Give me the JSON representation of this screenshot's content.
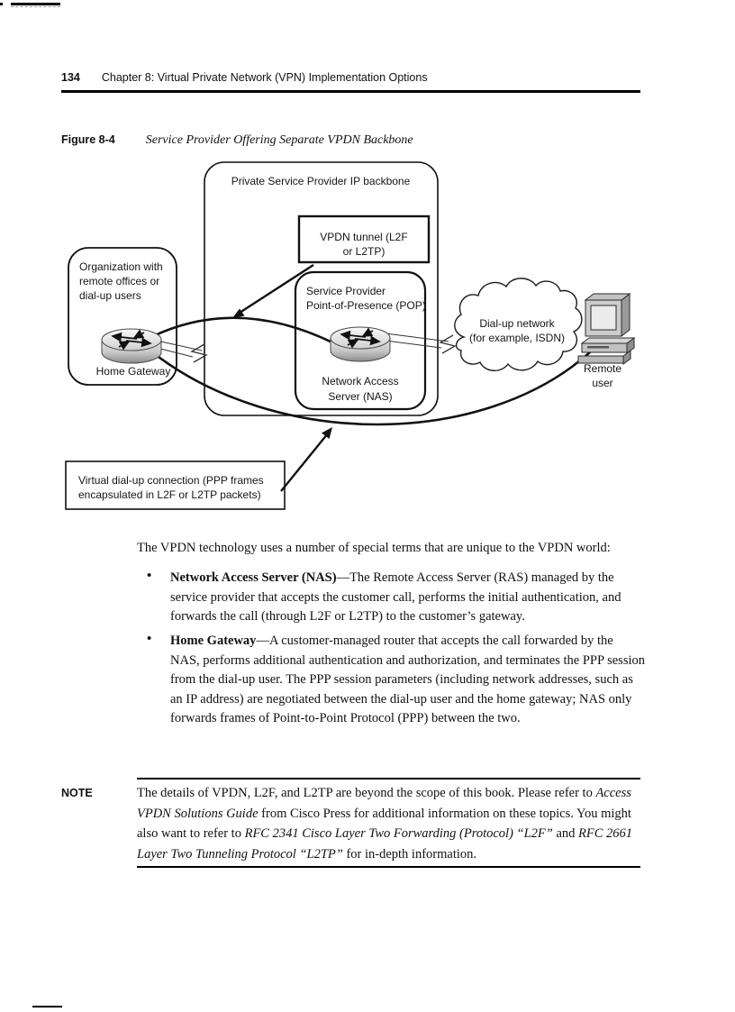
{
  "header": {
    "page_number": "134",
    "chapter_title": "Chapter 8: Virtual Private Network (VPN) Implementation Options"
  },
  "figure": {
    "label": "Figure 8-4",
    "caption": "Service Provider Offering Separate VPDN Backbone"
  },
  "diagram": {
    "backbone_label": "Private Service Provider IP backbone",
    "vpdn_tunnel": {
      "line1": "VPDN tunnel (L2F",
      "line2": "or L2TP)"
    },
    "organization": {
      "line1": "Organization with",
      "line2": "remote offices or",
      "line3": "dial-up users"
    },
    "home_gateway_label": "Home Gateway",
    "pop": {
      "line1": "Service Provider",
      "line2": "Point-of-Presence (POP)"
    },
    "nas": {
      "line1": "Network Access",
      "line2": "Server (NAS)"
    },
    "dialup_cloud": {
      "line1": "Dial-up network",
      "line2": "(for example, ISDN)"
    },
    "remote_user": {
      "line1": "Remote",
      "line2": "user"
    },
    "virtual_connection": {
      "line1": "Virtual dial-up connection (PPP frames",
      "line2": "encapsulated in L2F or L2TP packets)"
    }
  },
  "body": {
    "intro": "The VPDN technology uses a number of special terms that are unique to the VPDN world:",
    "bullet_marker": "•",
    "bullets": [
      {
        "term": "Network Access Server (NAS)",
        "rest": "—The Remote Access Server (RAS) managed by the service provider that accepts the customer call, performs the initial authentication, and forwards the call (through L2F or L2TP) to the customer’s gateway."
      },
      {
        "term": "Home Gateway",
        "rest": "—A customer-managed router that accepts the call forwarded by the NAS, performs additional authentication and authorization, and terminates the PPP session from the dial-up user. The PPP session parameters (including network addresses, such as an IP address) are negotiated between the dial-up user and the home gateway; NAS only forwards frames of Point-to-Point Protocol (PPP) between the two."
      }
    ],
    "note": {
      "label": "NOTE",
      "segments": [
        {
          "text": "The details of VPDN, L2F, and L2TP are beyond the scope of this book. Please refer to ",
          "italic": false
        },
        {
          "text": "Access VPDN Solutions Guide",
          "italic": true
        },
        {
          "text": " from Cisco Press for additional information on these topics. You might also want to refer to ",
          "italic": false
        },
        {
          "text": "RFC 2341 Cisco Layer Two Forwarding (Protocol) “L2F”",
          "italic": true
        },
        {
          "text": " and ",
          "italic": false
        },
        {
          "text": "RFC 2661 Layer Two Tunneling Protocol “L2TP”",
          "italic": true
        },
        {
          "text": " for in-depth information.",
          "italic": false
        }
      ]
    }
  },
  "colors": {
    "ink": "#111111",
    "paper": "#ffffff"
  }
}
